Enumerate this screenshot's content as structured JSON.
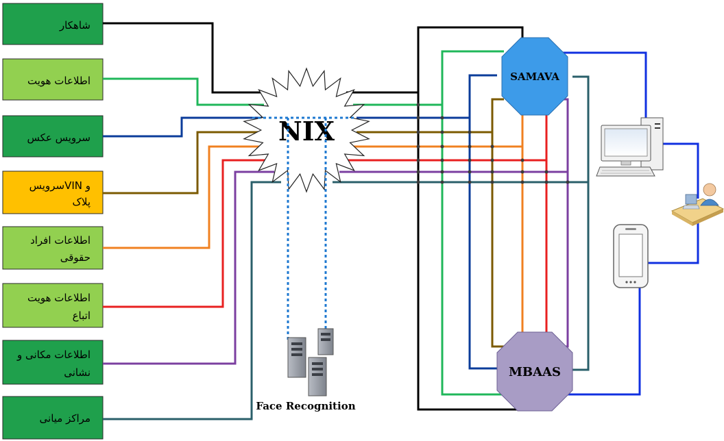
{
  "services": [
    {
      "id": "shahkar",
      "lines": [
        "شاهکار"
      ],
      "color": "#1aa34a",
      "wire": "#000000",
      "fill": "#1fa04c"
    },
    {
      "id": "id-info",
      "lines": [
        "اطلاعات هویت"
      ],
      "color": "#8ed05a",
      "wire": "#1fb75a",
      "fill": "#92d050"
    },
    {
      "id": "photo",
      "lines": [
        "سرویس عکس"
      ],
      "color": "#1aa34a",
      "wire": "#0b3c9a",
      "fill": "#1fa04c"
    },
    {
      "id": "vin",
      "lines": [
        "سرویسVIN و",
        "پلاک"
      ],
      "color": "#ffc000",
      "wire": "#7b5a00",
      "fill": "#ffc000"
    },
    {
      "id": "legal",
      "lines": [
        "اطلاعات افراد",
        "حقوقی"
      ],
      "color": "#8ed05a",
      "wire": "#f08020",
      "fill": "#92d050"
    },
    {
      "id": "foreign",
      "lines": [
        "اطلاعات هویت",
        "اتباع"
      ],
      "color": "#8ed05a",
      "wire": "#e82020",
      "fill": "#92d050"
    },
    {
      "id": "location",
      "lines": [
        "اطلاعات مکانی و",
        "نشانی"
      ],
      "color": "#1aa34a",
      "wire": "#7b3fa0",
      "fill": "#1fa04c"
    },
    {
      "id": "intermediary",
      "lines": [
        "مراکز میانی"
      ],
      "color": "#1aa34a",
      "wire": "#2a5f6a",
      "fill": "#1fa04c"
    }
  ],
  "hub": {
    "label": "NIX"
  },
  "nodes": {
    "samava": {
      "label": "SAMAVA",
      "fill": "#3d9be9"
    },
    "mbaas": {
      "label": "MBAAS",
      "fill": "#a89cc5"
    }
  },
  "face_recognition": {
    "label": "Face Recognition"
  },
  "colors": {
    "client_link": "#1030e0",
    "face_link": "#1e78d0"
  }
}
